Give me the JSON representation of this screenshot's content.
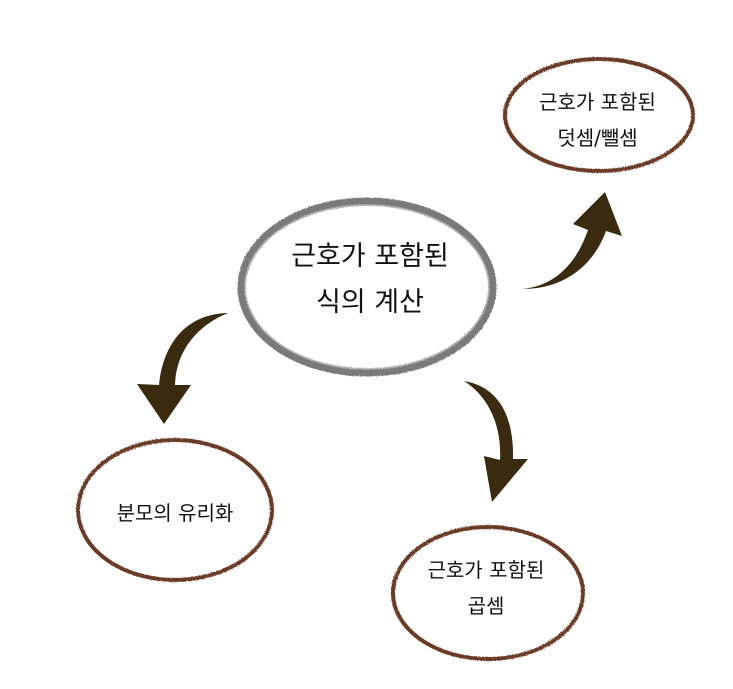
{
  "center_node": {
    "line1": "근호가 포함된",
    "line2": "식의 계산"
  },
  "top_right_node": {
    "line1": "근호가 포함된",
    "line2": "덧셈/뺄셈"
  },
  "left_node": {
    "line1": "분모의 유리화"
  },
  "bottom_right_node": {
    "line1": "근호가 포함된",
    "line2": "곱셈"
  },
  "colors": {
    "center_border": "#7a7a7a",
    "leaf_border": "#6b3a26",
    "arrow_fill": "#3a2a10"
  }
}
